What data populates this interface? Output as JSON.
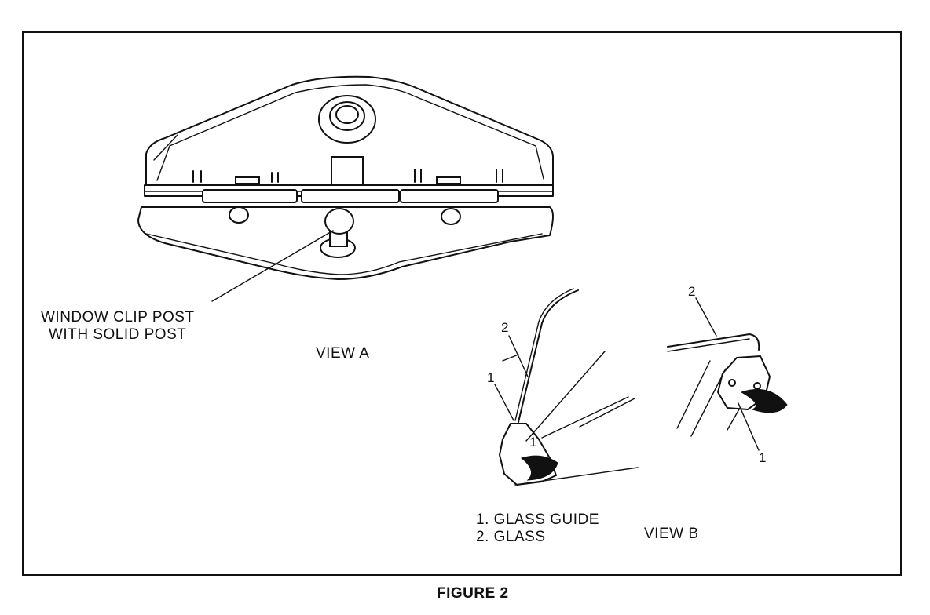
{
  "figure": {
    "title": "FIGURE 2",
    "view_a": {
      "label": "VIEW A",
      "callout_line1": "WINDOW CLIP POST",
      "callout_line2": "WITH SOLID POST"
    },
    "view_b": {
      "label": "VIEW B",
      "legend": [
        "1. GLASS GUIDE",
        "2. GLASS"
      ],
      "callout_numbers": {
        "glass_left": "2",
        "guide_left": "1",
        "guide_left_inner": "1",
        "glass_right": "2",
        "guide_right": "1"
      }
    }
  }
}
